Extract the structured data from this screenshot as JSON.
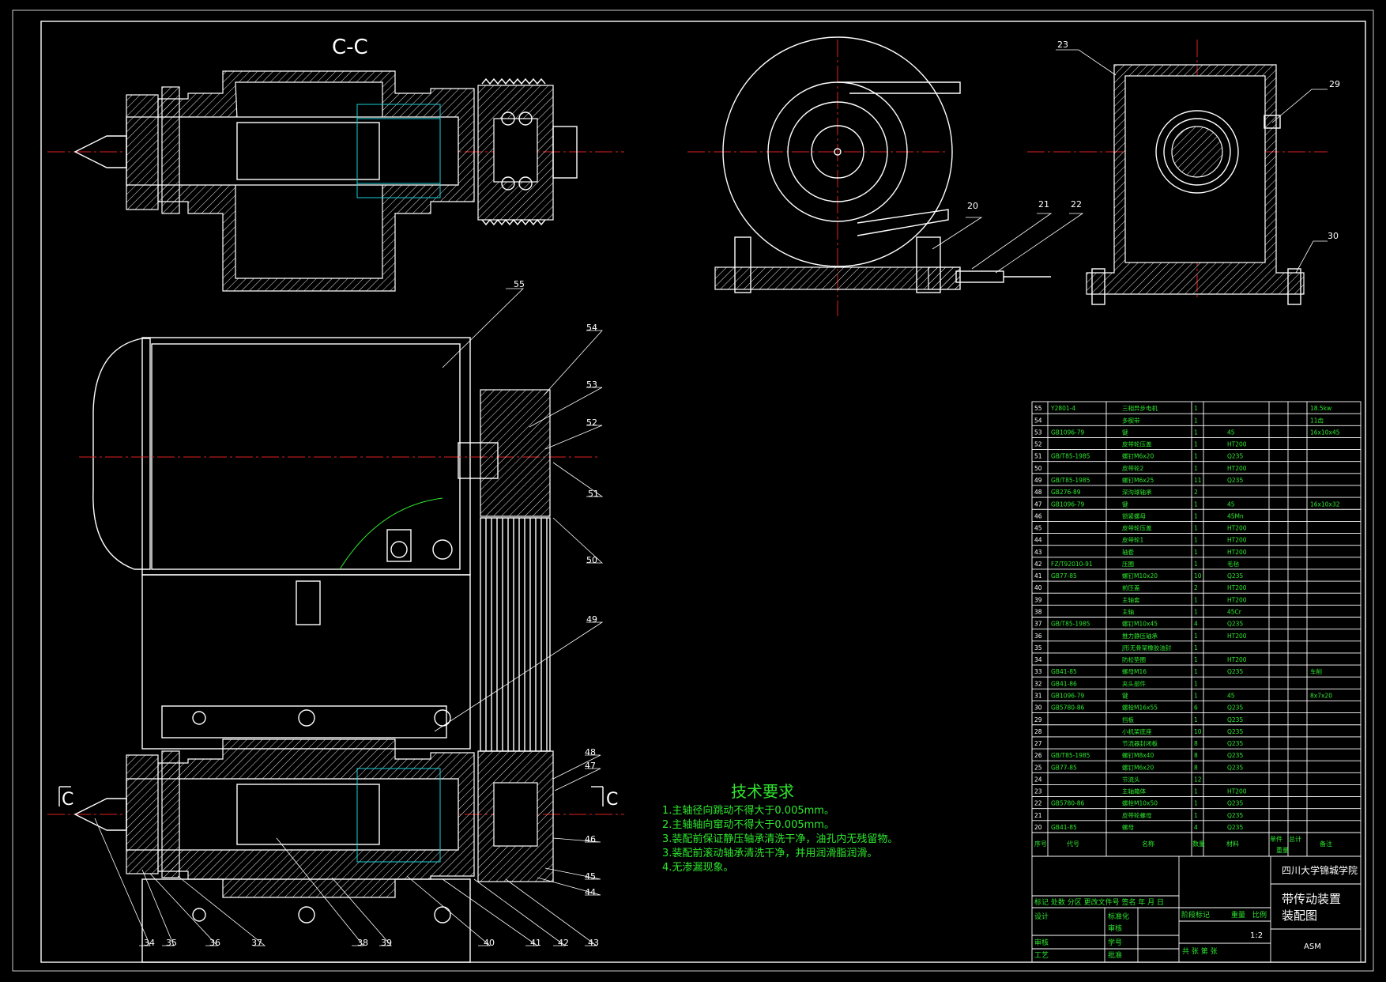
{
  "views": {
    "section_title": "C-C",
    "section_marker_left": "C",
    "section_marker_right": "C"
  },
  "callouts": [
    "23",
    "29",
    "20",
    "21",
    "22",
    "30",
    "55",
    "54",
    "53",
    "52",
    "51",
    "50",
    "49",
    "48",
    "47",
    "46",
    "45",
    "44",
    "34",
    "35",
    "36",
    "37",
    "38",
    "39",
    "40",
    "41",
    "42",
    "43"
  ],
  "tech_requirements": {
    "heading": "技术要求",
    "lines": [
      "1.主轴径向跳动不得大于0.005mm。",
      "2.主轴轴向窜动不得大于0.005mm。",
      "3.装配前保证静压轴承清洗干净，油孔内无残留物。",
      "3.装配前滚动轴承清洗干净，并用润滑脂润滑。",
      "4.无渗漏现象。"
    ]
  },
  "bom_rows": [
    {
      "no": "55",
      "code": "Y2801-4",
      "name": "三相异步电机",
      "qty": "1",
      "mat": "",
      "note": "18.5kw"
    },
    {
      "no": "54",
      "code": "",
      "name": "多楔带",
      "qty": "1",
      "mat": "",
      "note": "11齿"
    },
    {
      "no": "53",
      "code": "GB1096-79",
      "name": "键",
      "qty": "1",
      "mat": "45",
      "note": "16x10x45"
    },
    {
      "no": "52",
      "code": "",
      "name": "皮带轮压盖",
      "qty": "1",
      "mat": "HT200",
      "note": ""
    },
    {
      "no": "51",
      "code": "GB/T85-1985",
      "name": "螺钉M6x20",
      "qty": "1",
      "mat": "Q235",
      "note": ""
    },
    {
      "no": "50",
      "code": "",
      "name": "皮带轮2",
      "qty": "1",
      "mat": "HT200",
      "note": ""
    },
    {
      "no": "49",
      "code": "GB/T85-1985",
      "name": "螺钉M6x25",
      "qty": "11",
      "mat": "Q235",
      "note": ""
    },
    {
      "no": "48",
      "code": "GB276-89",
      "name": "深沟球轴承",
      "qty": "2",
      "mat": "",
      "note": ""
    },
    {
      "no": "47",
      "code": "GB1096-79",
      "name": "键",
      "qty": "1",
      "mat": "45",
      "note": "16x10x32"
    },
    {
      "no": "46",
      "code": "",
      "name": "锁紧螺母",
      "qty": "1",
      "mat": "45Mn",
      "note": ""
    },
    {
      "no": "45",
      "code": "",
      "name": "皮带轮压盖",
      "qty": "1",
      "mat": "HT200",
      "note": ""
    },
    {
      "no": "44",
      "code": "",
      "name": "皮带轮1",
      "qty": "1",
      "mat": "HT200",
      "note": ""
    },
    {
      "no": "43",
      "code": "",
      "name": "轴套",
      "qty": "1",
      "mat": "HT200",
      "note": ""
    },
    {
      "no": "42",
      "code": "FZ/T92010-91",
      "name": "压圈",
      "qty": "1",
      "mat": "毛毡",
      "note": ""
    },
    {
      "no": "41",
      "code": "GB77-85",
      "name": "螺钉M10x20",
      "qty": "10",
      "mat": "Q235",
      "note": ""
    },
    {
      "no": "40",
      "code": "",
      "name": "前压盖",
      "qty": "2",
      "mat": "HT200",
      "note": ""
    },
    {
      "no": "39",
      "code": "",
      "name": "主轴套",
      "qty": "1",
      "mat": "HT200",
      "note": ""
    },
    {
      "no": "38",
      "code": "",
      "name": "主轴",
      "qty": "1",
      "mat": "45Cr",
      "note": ""
    },
    {
      "no": "37",
      "code": "GB/T85-1985",
      "name": "螺钉M10x45",
      "qty": "4",
      "mat": "Q235",
      "note": ""
    },
    {
      "no": "36",
      "code": "",
      "name": "推力静压轴承",
      "qty": "1",
      "mat": "HT200",
      "note": ""
    },
    {
      "no": "35",
      "code": "",
      "name": "J形无骨架橡胶油封",
      "qty": "1",
      "mat": "",
      "note": ""
    },
    {
      "no": "34",
      "code": "",
      "name": "防松垫圈",
      "qty": "1",
      "mat": "HT200",
      "note": ""
    },
    {
      "no": "33",
      "code": "GB41-85",
      "name": "螺母M16",
      "qty": "1",
      "mat": "Q235",
      "note": "车削"
    },
    {
      "no": "32",
      "code": "GB41-86",
      "name": "夹头部件",
      "qty": "1",
      "mat": "",
      "note": ""
    },
    {
      "no": "31",
      "code": "GB1096-79",
      "name": "键",
      "qty": "1",
      "mat": "45",
      "note": "8x7x20"
    },
    {
      "no": "30",
      "code": "GB5780-86",
      "name": "螺栓M16x55",
      "qty": "6",
      "mat": "Q235",
      "note": ""
    },
    {
      "no": "29",
      "code": "",
      "name": "挡板",
      "qty": "1",
      "mat": "Q235",
      "note": ""
    },
    {
      "no": "28",
      "code": "",
      "name": "小机架底座",
      "qty": "10",
      "mat": "Q235",
      "note": ""
    },
    {
      "no": "27",
      "code": "",
      "name": "节流器封闭板",
      "qty": "8",
      "mat": "Q235",
      "note": ""
    },
    {
      "no": "26",
      "code": "GB/T85-1985",
      "name": "螺钉M8x40",
      "qty": "8",
      "mat": "Q235",
      "note": ""
    },
    {
      "no": "25",
      "code": "GB77-85",
      "name": "螺钉M6x20",
      "qty": "8",
      "mat": "Q235",
      "note": ""
    },
    {
      "no": "24",
      "code": "",
      "name": "节流头",
      "qty": "12",
      "mat": "",
      "note": ""
    },
    {
      "no": "23",
      "code": "",
      "name": "主轴箱体",
      "qty": "1",
      "mat": "HT200",
      "note": ""
    },
    {
      "no": "22",
      "code": "GB5780-86",
      "name": "螺栓M10x50",
      "qty": "1",
      "mat": "Q235",
      "note": ""
    },
    {
      "no": "21",
      "code": "",
      "name": "皮带轮螺母",
      "qty": "1",
      "mat": "Q235",
      "note": ""
    },
    {
      "no": "20",
      "code": "GB41-85",
      "name": "螺母",
      "qty": "4",
      "mat": "Q235",
      "note": ""
    }
  ],
  "bom_header": {
    "no": "序号",
    "code": "代号",
    "name": "名称",
    "qty": "数量",
    "mat": "材料",
    "unit": "单件",
    "total": "总计",
    "weight": "重量",
    "note": "备注"
  },
  "title_block": {
    "school": "四川大学锦城学院",
    "drawing_title_1": "带传动装置",
    "drawing_title_2": "装配图",
    "code": "ASM",
    "scale": "1:2",
    "rev_header": "标记 处数 分区 更改文件号 签名 年 月 日",
    "labels": {
      "design": "设计",
      "standard": "标准化",
      "review": "审核",
      "craft": "工艺",
      "approve": "批准",
      "mid1": "阶段标记",
      "mid2": "重量",
      "mid3": "比例",
      "sheets": "共 张 第 张",
      "row_a": "审核",
      "row_b": "学号"
    }
  }
}
